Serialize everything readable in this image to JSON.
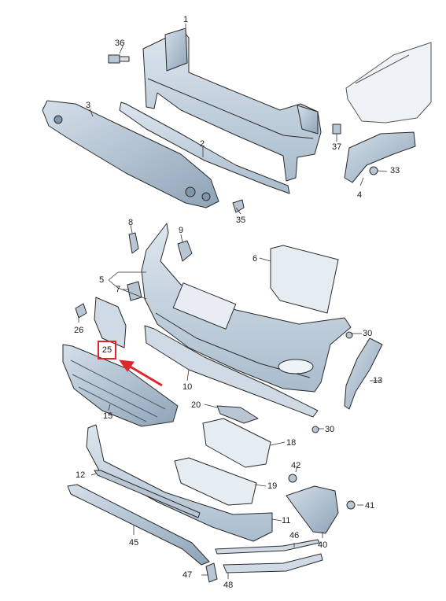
{
  "diagram": {
    "callouts": [
      {
        "id": "c1",
        "text": "1"
      },
      {
        "id": "c2",
        "text": "2"
      },
      {
        "id": "c3",
        "text": "3"
      },
      {
        "id": "c4",
        "text": "4"
      },
      {
        "id": "c5",
        "text": "5"
      },
      {
        "id": "c6",
        "text": "6"
      },
      {
        "id": "c7",
        "text": "7"
      },
      {
        "id": "c8",
        "text": "8"
      },
      {
        "id": "c9",
        "text": "9"
      },
      {
        "id": "c10",
        "text": "10"
      },
      {
        "id": "c11",
        "text": "11"
      },
      {
        "id": "c12",
        "text": "12"
      },
      {
        "id": "c13",
        "text": "13"
      },
      {
        "id": "c15",
        "text": "15"
      },
      {
        "id": "c18",
        "text": "18"
      },
      {
        "id": "c19",
        "text": "19"
      },
      {
        "id": "c20",
        "text": "20"
      },
      {
        "id": "c26",
        "text": "26"
      },
      {
        "id": "c30a",
        "text": "30"
      },
      {
        "id": "c30b",
        "text": "30"
      },
      {
        "id": "c33",
        "text": "33"
      },
      {
        "id": "c35",
        "text": "35"
      },
      {
        "id": "c36",
        "text": "36"
      },
      {
        "id": "c37",
        "text": "37"
      },
      {
        "id": "c40",
        "text": "40"
      },
      {
        "id": "c41",
        "text": "41"
      },
      {
        "id": "c42",
        "text": "42"
      },
      {
        "id": "c45",
        "text": "45"
      },
      {
        "id": "c46",
        "text": "46"
      },
      {
        "id": "c47",
        "text": "47"
      },
      {
        "id": "c48",
        "text": "48"
      }
    ],
    "highlighted_callout": "25",
    "colors": {
      "part_fill": "#c9d6e2",
      "part_fill_dark": "#9fb1c3",
      "outline": "#2b2b2b",
      "highlight": "#e0252b"
    }
  }
}
